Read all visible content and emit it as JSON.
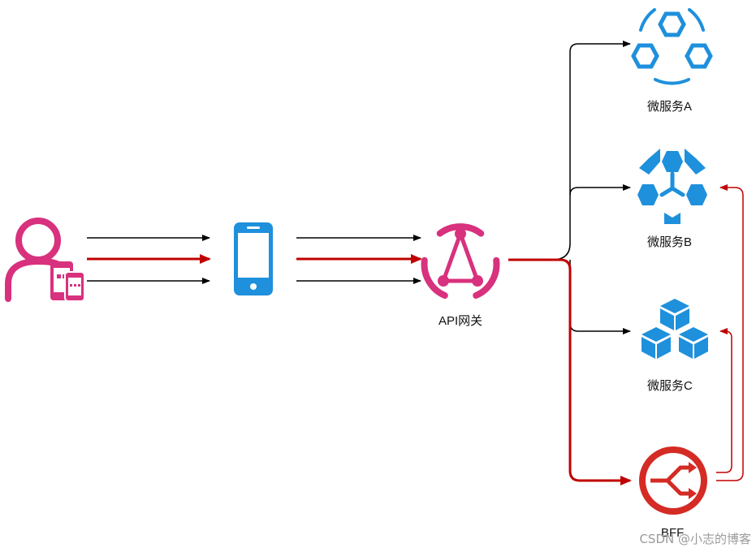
{
  "diagram": {
    "gateway_label": "API网关",
    "services": [
      {
        "label": "微服务A"
      },
      {
        "label": "微服务B"
      },
      {
        "label": "微服务C"
      }
    ],
    "bff_label": "BFF"
  },
  "watermark": "CSDN @小志的博客",
  "colors": {
    "client": "#d8317e",
    "device": "#1e90dc",
    "gateway": "#d8317e",
    "service": "#1e90dc",
    "bff": "#d42b24",
    "black_arrow": "#000000",
    "red_arrow": "#c00000"
  }
}
